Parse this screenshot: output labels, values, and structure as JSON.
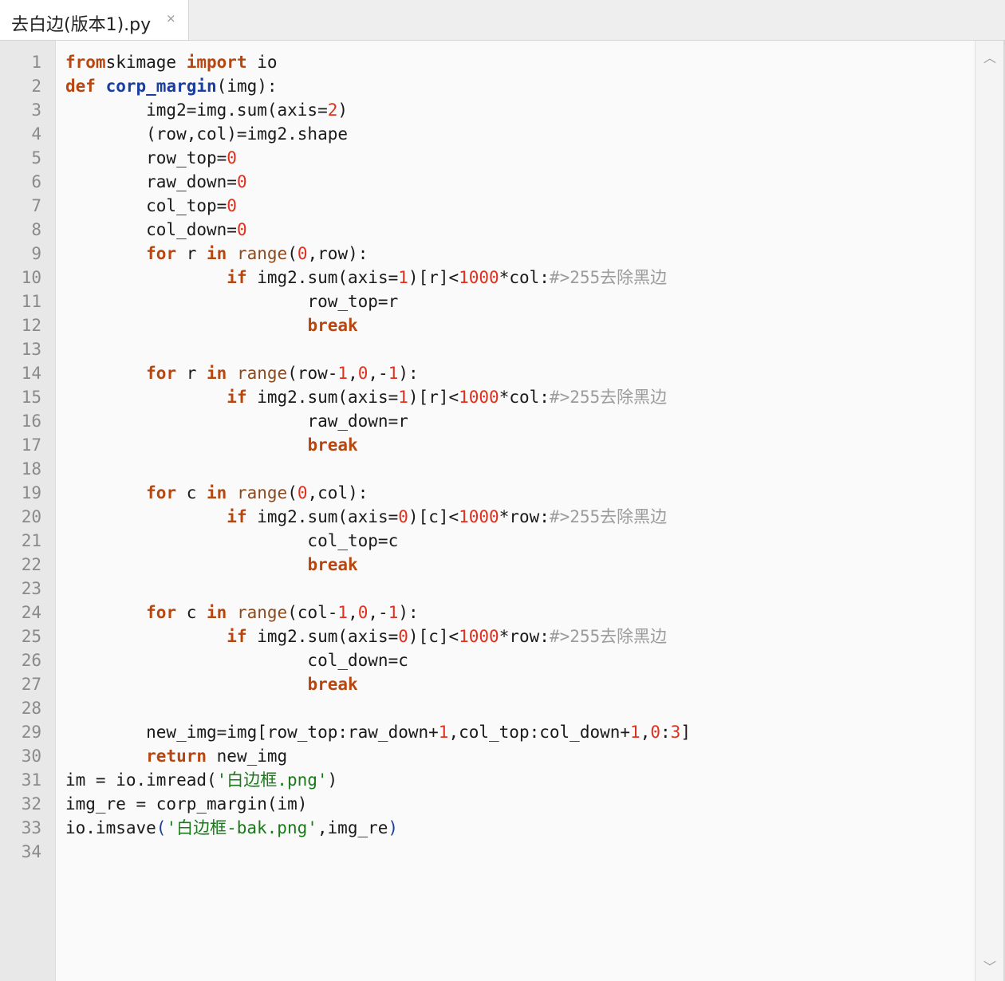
{
  "tab": {
    "title": "去白边(版本1).py",
    "close_icon": "×"
  },
  "scrollbar": {
    "up_icon": "︿",
    "down_icon": "﹀"
  },
  "line_numbers": [
    "1",
    "2",
    "3",
    "4",
    "5",
    "6",
    "7",
    "8",
    "9",
    "10",
    "11",
    "12",
    "13",
    "14",
    "15",
    "16",
    "17",
    "18",
    "19",
    "20",
    "21",
    "22",
    "23",
    "24",
    "25",
    "26",
    "27",
    "28",
    "29",
    "30",
    "31",
    "32",
    "33",
    "34"
  ],
  "code_lines": [
    [
      [
        "kw",
        "from"
      ],
      [
        "",
        "skimage "
      ],
      [
        "kw",
        "import"
      ],
      [
        "",
        " io"
      ]
    ],
    [
      [
        "kw",
        "def"
      ],
      [
        "",
        " "
      ],
      [
        "fn",
        "corp_margin"
      ],
      [
        "",
        "(img):"
      ]
    ],
    [
      [
        "",
        "        img2=img.sum(axis="
      ],
      [
        "num",
        "2"
      ],
      [
        "",
        ")"
      ]
    ],
    [
      [
        "",
        "        (row,col)=img2.shape"
      ]
    ],
    [
      [
        "",
        "        row_top="
      ],
      [
        "num",
        "0"
      ]
    ],
    [
      [
        "",
        "        raw_down="
      ],
      [
        "num",
        "0"
      ]
    ],
    [
      [
        "",
        "        col_top="
      ],
      [
        "num",
        "0"
      ]
    ],
    [
      [
        "",
        "        col_down="
      ],
      [
        "num",
        "0"
      ]
    ],
    [
      [
        "",
        "        "
      ],
      [
        "kw",
        "for"
      ],
      [
        "",
        " r "
      ],
      [
        "kw",
        "in"
      ],
      [
        "",
        " "
      ],
      [
        "bi",
        "range"
      ],
      [
        "",
        "("
      ],
      [
        "num",
        "0"
      ],
      [
        "",
        ",row):"
      ]
    ],
    [
      [
        "",
        "                "
      ],
      [
        "kw",
        "if"
      ],
      [
        "",
        " img2.sum(axis="
      ],
      [
        "num",
        "1"
      ],
      [
        "",
        ")[r]<"
      ],
      [
        "num",
        "1000"
      ],
      [
        "",
        "*col:"
      ],
      [
        "cm",
        "#>255去除黑边"
      ]
    ],
    [
      [
        "",
        "                        row_top=r"
      ]
    ],
    [
      [
        "",
        "                        "
      ],
      [
        "kw",
        "break"
      ]
    ],
    [
      [
        "",
        ""
      ]
    ],
    [
      [
        "",
        "        "
      ],
      [
        "kw",
        "for"
      ],
      [
        "",
        " r "
      ],
      [
        "kw",
        "in"
      ],
      [
        "",
        " "
      ],
      [
        "bi",
        "range"
      ],
      [
        "",
        "(row-"
      ],
      [
        "num",
        "1"
      ],
      [
        "",
        ","
      ],
      [
        "num",
        "0"
      ],
      [
        "",
        ",-"
      ],
      [
        "num",
        "1"
      ],
      [
        "",
        "):"
      ]
    ],
    [
      [
        "",
        "                "
      ],
      [
        "kw",
        "if"
      ],
      [
        "",
        " img2.sum(axis="
      ],
      [
        "num",
        "1"
      ],
      [
        "",
        ")[r]<"
      ],
      [
        "num",
        "1000"
      ],
      [
        "",
        "*col:"
      ],
      [
        "cm",
        "#>255去除黑边"
      ]
    ],
    [
      [
        "",
        "                        raw_down=r"
      ]
    ],
    [
      [
        "",
        "                        "
      ],
      [
        "kw",
        "break"
      ]
    ],
    [
      [
        "",
        ""
      ]
    ],
    [
      [
        "",
        "        "
      ],
      [
        "kw",
        "for"
      ],
      [
        "",
        " c "
      ],
      [
        "kw",
        "in"
      ],
      [
        "",
        " "
      ],
      [
        "bi",
        "range"
      ],
      [
        "",
        "("
      ],
      [
        "num",
        "0"
      ],
      [
        "",
        ",col):"
      ]
    ],
    [
      [
        "",
        "                "
      ],
      [
        "kw",
        "if"
      ],
      [
        "",
        " img2.sum(axis="
      ],
      [
        "num",
        "0"
      ],
      [
        "",
        ")[c]<"
      ],
      [
        "num",
        "1000"
      ],
      [
        "",
        "*row:"
      ],
      [
        "cm",
        "#>255去除黑边"
      ]
    ],
    [
      [
        "",
        "                        col_top=c"
      ]
    ],
    [
      [
        "",
        "                        "
      ],
      [
        "kw",
        "break"
      ]
    ],
    [
      [
        "",
        ""
      ]
    ],
    [
      [
        "",
        "        "
      ],
      [
        "kw",
        "for"
      ],
      [
        "",
        " c "
      ],
      [
        "kw",
        "in"
      ],
      [
        "",
        " "
      ],
      [
        "bi",
        "range"
      ],
      [
        "",
        "(col-"
      ],
      [
        "num",
        "1"
      ],
      [
        "",
        ","
      ],
      [
        "num",
        "0"
      ],
      [
        "",
        ",-"
      ],
      [
        "num",
        "1"
      ],
      [
        "",
        "):"
      ]
    ],
    [
      [
        "",
        "                "
      ],
      [
        "kw",
        "if"
      ],
      [
        "",
        " img2.sum(axis="
      ],
      [
        "num",
        "0"
      ],
      [
        "",
        ")[c]<"
      ],
      [
        "num",
        "1000"
      ],
      [
        "",
        "*row:"
      ],
      [
        "cm",
        "#>255去除黑边"
      ]
    ],
    [
      [
        "",
        "                        col_down=c"
      ]
    ],
    [
      [
        "",
        "                        "
      ],
      [
        "kw",
        "break"
      ]
    ],
    [
      [
        "",
        ""
      ]
    ],
    [
      [
        "",
        "        new_img=img[row_top:raw_down+"
      ],
      [
        "num",
        "1"
      ],
      [
        "",
        ",col_top:col_down+"
      ],
      [
        "num",
        "1"
      ],
      [
        "",
        ","
      ],
      [
        "num",
        "0"
      ],
      [
        "",
        ":"
      ],
      [
        "num",
        "3"
      ],
      [
        "",
        "]"
      ]
    ],
    [
      [
        "",
        "        "
      ],
      [
        "kw",
        "return"
      ],
      [
        "",
        " new_img"
      ]
    ],
    [
      [
        "",
        "im = io.imread("
      ],
      [
        "str",
        "'白边框.png'"
      ],
      [
        "",
        ")"
      ]
    ],
    [
      [
        "",
        "img_re = corp_margin(im)"
      ]
    ],
    [
      [
        "",
        "io.imsave"
      ],
      [
        "br",
        "("
      ],
      [
        "str",
        "'白边框-bak.png'"
      ],
      [
        "",
        ",img_re"
      ],
      [
        "br",
        ")"
      ]
    ],
    [
      [
        "",
        ""
      ]
    ]
  ]
}
